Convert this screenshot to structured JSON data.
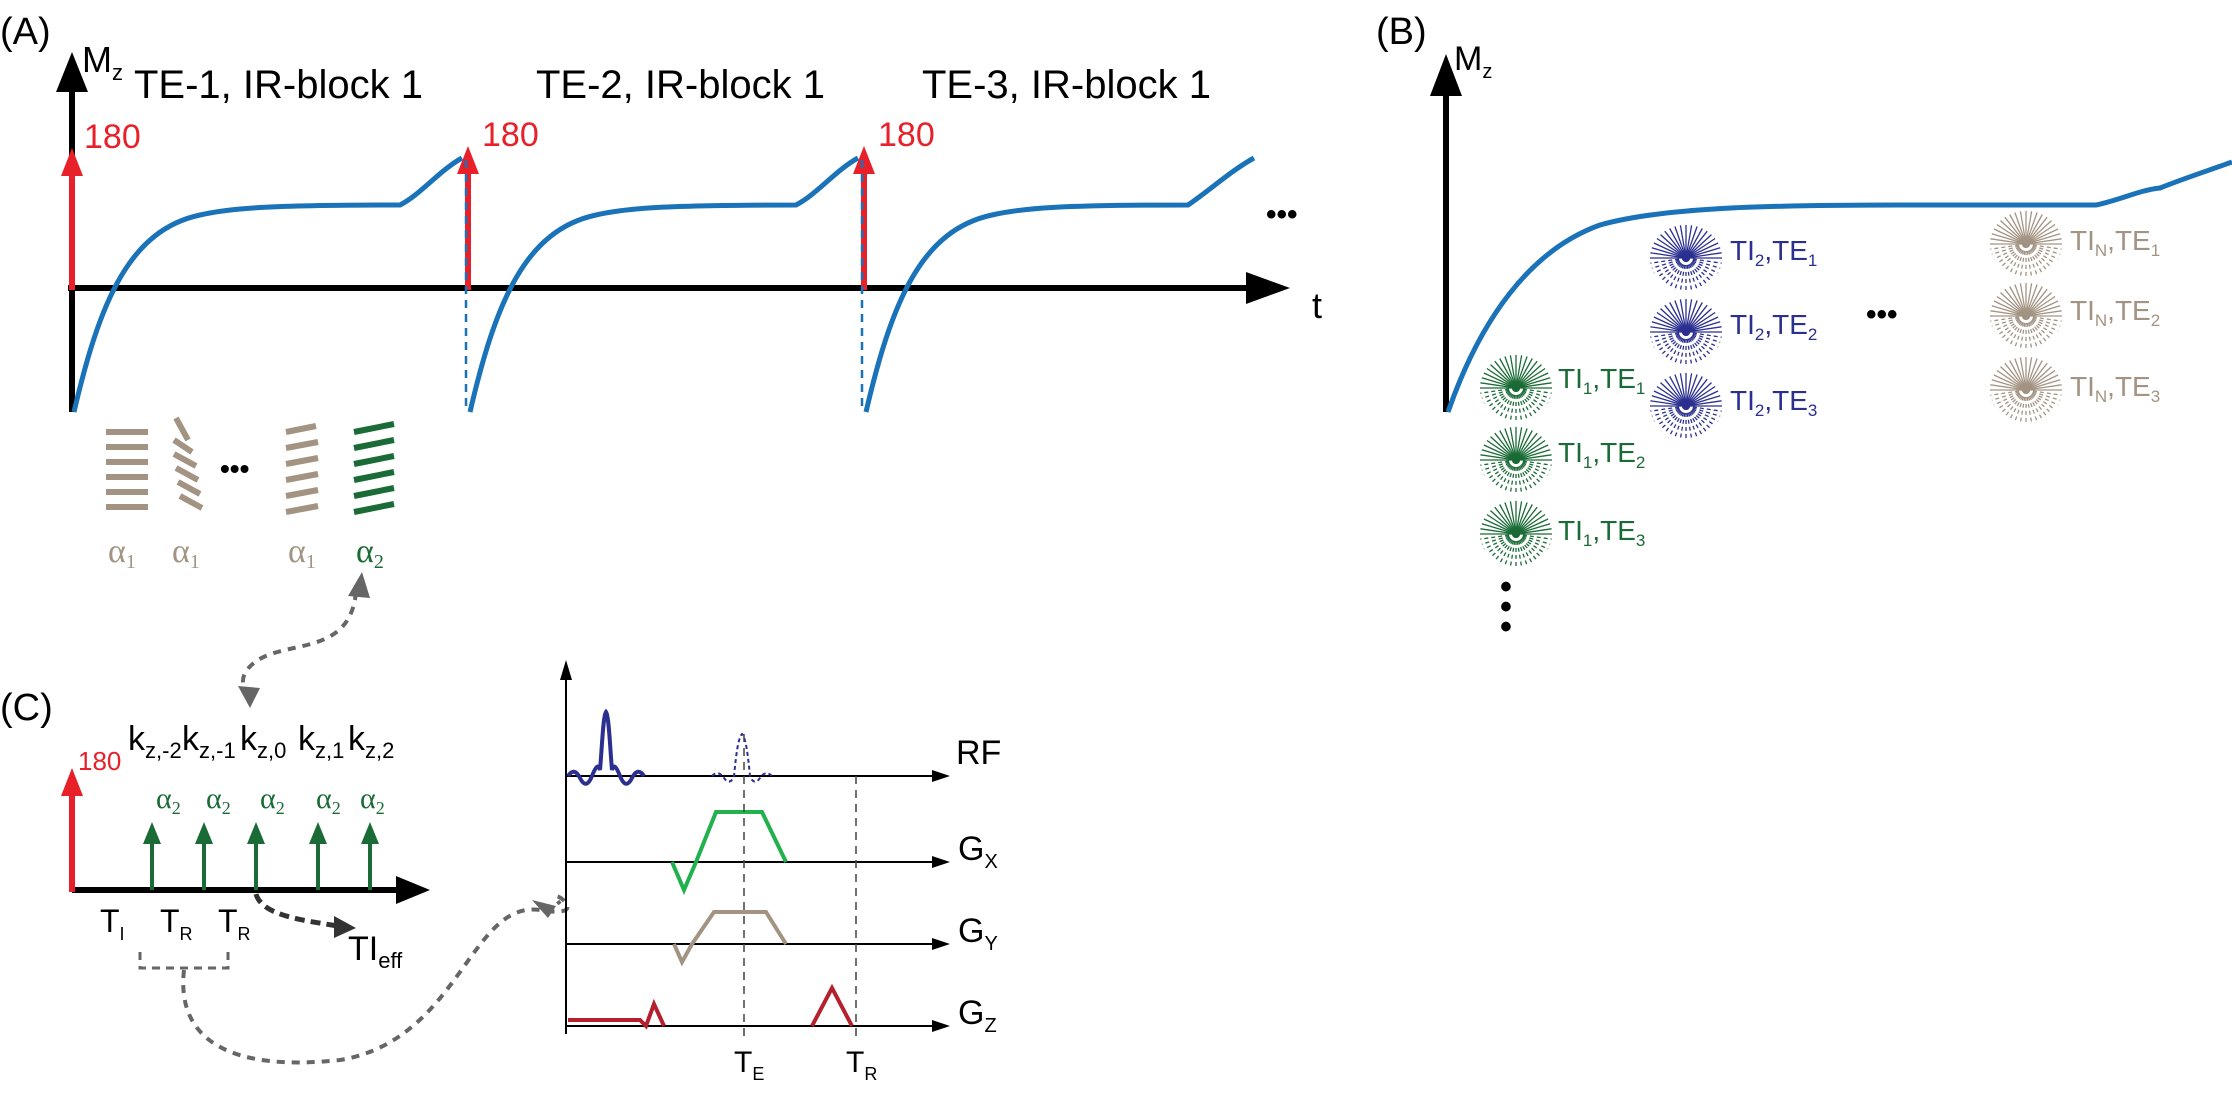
{
  "colors": {
    "axis": "#000000",
    "curve": "#1a73b8",
    "pulse_red": "#e8202a",
    "gray_brown": "#a39382",
    "green_dark": "#1a6b35",
    "green_bright": "#22b14c",
    "navy": "#2b2f8f",
    "crimson": "#b5202e",
    "dash_gray": "#666666"
  },
  "panel_a": {
    "label": "(A)",
    "mz_main": "M",
    "mz_sub": "z",
    "t_label": "t",
    "blocks": [
      {
        "title": "TE-1, IR-block 1",
        "pulse": "180"
      },
      {
        "title": "TE-2, IR-block 1",
        "pulse": "180"
      },
      {
        "title": "TE-3, IR-block 1",
        "pulse": "180"
      }
    ],
    "ellipsis": "•••",
    "readout_ellipsis": "•••",
    "flip_labels": [
      {
        "main": "α",
        "sub": "1"
      },
      {
        "main": "α",
        "sub": "1"
      },
      {
        "main": "α",
        "sub": "1"
      },
      {
        "main": "α",
        "sub": "2"
      }
    ]
  },
  "panel_b": {
    "label": "(B)",
    "mz_main": "M",
    "mz_sub": "z",
    "ellipsis": "•••",
    "vertical_ellipsis": [
      "•",
      "•",
      "•"
    ],
    "groups": [
      {
        "items": [
          {
            "ti": "TI",
            "ti_sub": "1",
            "te": "TE",
            "te_sub": "1"
          },
          {
            "ti": "TI",
            "ti_sub": "1",
            "te": "TE",
            "te_sub": "2"
          },
          {
            "ti": "TI",
            "ti_sub": "1",
            "te": "TE",
            "te_sub": "3"
          }
        ]
      },
      {
        "items": [
          {
            "ti": "TI",
            "ti_sub": "2",
            "te": "TE",
            "te_sub": "1"
          },
          {
            "ti": "TI",
            "ti_sub": "2",
            "te": "TE",
            "te_sub": "2"
          },
          {
            "ti": "TI",
            "ti_sub": "2",
            "te": "TE",
            "te_sub": "3"
          }
        ]
      },
      {
        "items": [
          {
            "ti": "TI",
            "ti_sub": "N",
            "te": "TE",
            "te_sub": "1"
          },
          {
            "ti": "TI",
            "ti_sub": "N",
            "te": "TE",
            "te_sub": "2"
          },
          {
            "ti": "TI",
            "ti_sub": "N",
            "te": "TE",
            "te_sub": "3"
          }
        ]
      }
    ]
  },
  "panel_c": {
    "label": "(C)",
    "pulse": "180",
    "kz_labels": [
      {
        "main": "k",
        "sub": "z,-2"
      },
      {
        "main": "k",
        "sub": "z,-1"
      },
      {
        "main": "k",
        "sub": "z,0"
      },
      {
        "main": "k",
        "sub": "z,1"
      },
      {
        "main": "k",
        "sub": "z,2"
      }
    ],
    "alpha_main": "α",
    "alpha_sub": "2",
    "timing": [
      {
        "main": "T",
        "sub": "I"
      },
      {
        "main": "T",
        "sub": "R"
      },
      {
        "main": "T",
        "sub": "R"
      }
    ],
    "ti_eff": {
      "main": "TI",
      "sub": "eff"
    }
  },
  "sequence": {
    "rows": [
      {
        "main": "RF",
        "sub": ""
      },
      {
        "main": "G",
        "sub": "X"
      },
      {
        "main": "G",
        "sub": "Y"
      },
      {
        "main": "G",
        "sub": "Z"
      }
    ],
    "te": {
      "main": "T",
      "sub": "E"
    },
    "tr": {
      "main": "T",
      "sub": "R"
    }
  }
}
